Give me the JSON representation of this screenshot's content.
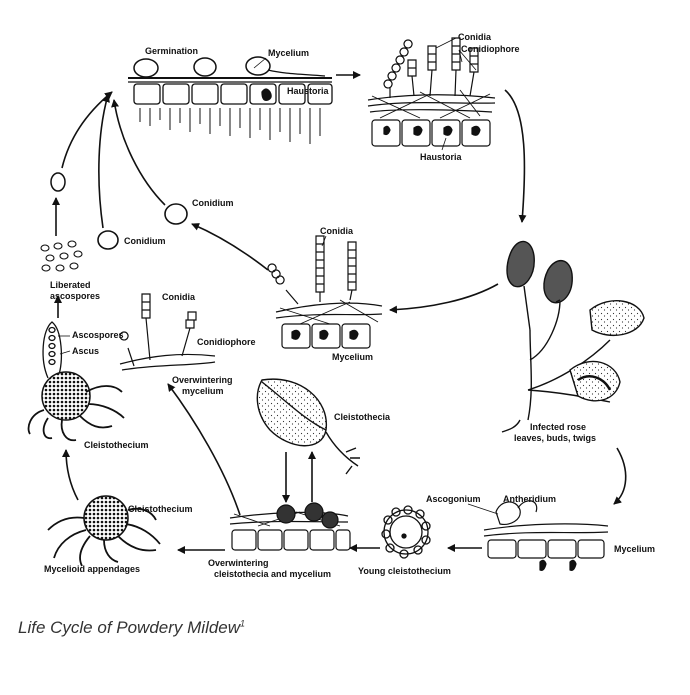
{
  "labels": {
    "germination": "Germination",
    "mycelium_top": "Mycelium",
    "haustoria_top": "Haustoria",
    "conidia_top": "Conidia",
    "conidiophore_top": "Conidiophore",
    "haustoria_right": "Haustoria",
    "conidium_mid": "Conidium",
    "conidium_left": "Conidium",
    "conidia_center": "Conidia",
    "mycelium_center": "Mycelium",
    "liberated_ascospores": [
      "Liberated",
      "ascospores"
    ],
    "ascospores": "Ascospores",
    "ascus": "Ascus",
    "cleistothecium_left": "Cleistothecium",
    "conidia_leftmid": "Conidia",
    "conidiophore_leftmid": "Conidiophore",
    "overwintering_mycelium": [
      "Overwintering",
      "mycelium"
    ],
    "cleistothecia_leaf": "Cleistothecia",
    "infected_rose": [
      "Infected rose",
      "leaves, buds, twigs"
    ],
    "cleistothecium_bottom": "Cleistothecium",
    "mycelioid_appendages": "Mycelioid appendages",
    "overwintering_cleistothecia": [
      "Overwintering",
      "cleistothecia and mycelium"
    ],
    "young_cleistothecium": "Young cleistothecium",
    "ascogonium": "Ascogonium",
    "antheridium": "Antheridium",
    "mycelium_bottomright": "Mycelium"
  },
  "caption": {
    "text": "Life Cycle of Powdery Mildew",
    "footnote": "1"
  },
  "colors": {
    "ink": "#111111",
    "caption": "#333333"
  }
}
